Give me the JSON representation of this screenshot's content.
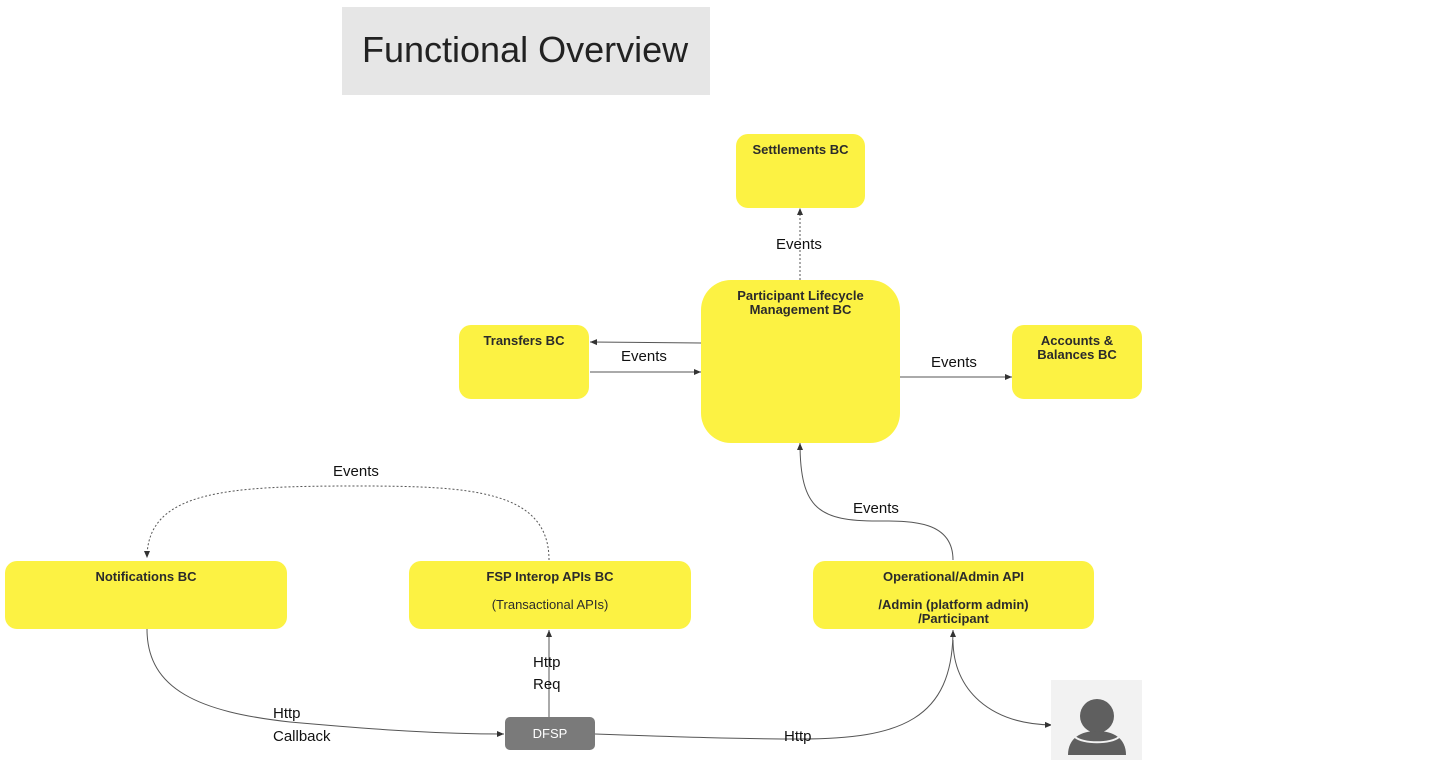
{
  "title": "Functional Overview",
  "nodes": {
    "settlements": {
      "label": "Settlements BC"
    },
    "plm": {
      "label_line1": "Participant Lifecycle",
      "label_line2": "Management BC"
    },
    "transfers": {
      "label": "Transfers BC"
    },
    "accounts": {
      "label_line1": "Accounts &",
      "label_line2": "Balances BC"
    },
    "notifications": {
      "label": "Notifications BC"
    },
    "fsp": {
      "label": "FSP Interop APIs BC",
      "sublabel": "(Transactional APIs)"
    },
    "admin": {
      "label": "Operational/Admin API",
      "line2": "/Admin (platform admin)",
      "line3": "/Participant"
    },
    "dfsp": {
      "label": "DFSP"
    }
  },
  "edges": {
    "plm_to_settlements": "Events",
    "transfers_plm": "Events",
    "plm_to_accounts": "Events",
    "fsp_to_notifications": "Events",
    "admin_to_plm": "Events",
    "dfsp_to_fsp_line1": "Http",
    "dfsp_to_fsp_line2": "Req",
    "notifications_callback_line1": "Http",
    "notifications_callback_line2": "Callback",
    "dfsp_to_admin": "Http"
  },
  "icons": {
    "user": "user-icon"
  },
  "colors": {
    "box_fill": "#fcf243",
    "dfsp_fill": "#7a7a7a",
    "title_bg": "#e6e6e6"
  }
}
